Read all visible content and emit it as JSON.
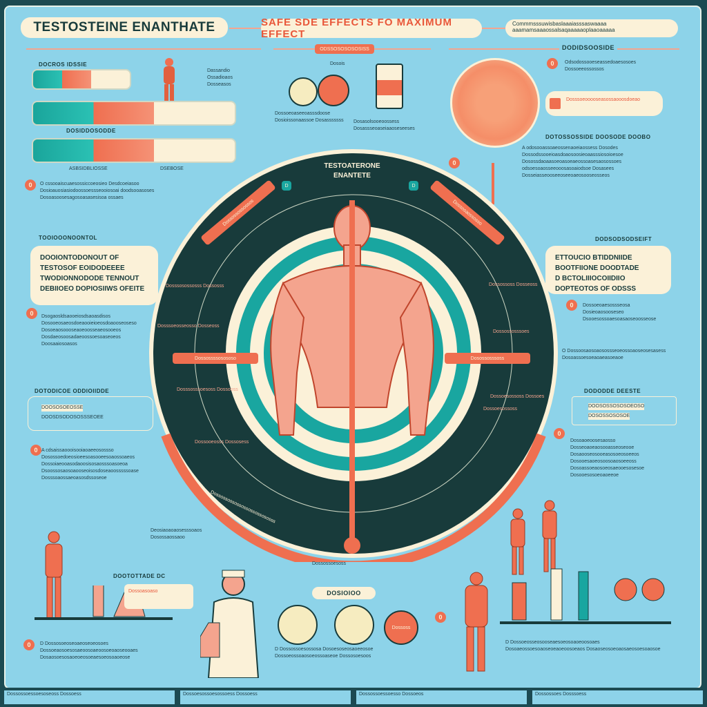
{
  "header": {
    "title": "TESTOSTEINE ENANTHATE",
    "subtitle": "SAFE SDE EFFECTS FO MAXIMUM EFFECT",
    "note": "Commmsssuwisbaslaaaiasssaswaaaa aaamamsaaaossalsaqaaaaaoplaaoaaaaa"
  },
  "top_left": {
    "label": "DOCROS IDSSIE",
    "mid_label": "DOSIDDOSODDE",
    "bottom_a": "ASBSIDBLIOSSE",
    "bottom_b": "DSEBOSE",
    "side_text": "Dassandio Ossadioaos Dosseasos",
    "number": "0",
    "text": "O cssooaiscuaesossiccoeosieo Desdcoeiasoo Dosioauosiasiodoossoessseooiosoai doodsooasoses Dosoasoosesagosoasasesisoa ossaes"
  },
  "top_center": {
    "badge": "ODSSOSOSOSOSISS",
    "pill_label": "Dosois",
    "text_a": "Dossoeoaseeoasssdoose Dosioissonaassoe Dosasssssss",
    "text_b": "Dosasolsooeoossess Dosassseoaseiaaoseseeses"
  },
  "top_right": {
    "label": "DODIDSOOSIDE",
    "number": "0",
    "item_a": "Odsodossooeseassedoaesosoes Dossoeeossossos",
    "item_b": "Dosssoeooooseasossaooosdoeao",
    "heading": "DOTOSSOSSIDE DOOSODE DOOBO",
    "number2": "0",
    "text": "A odosooassoaeossenaoeiaossess Dosodes Dossodssooeioasdoaosoosieoaasssiosoioesoe Dosossdaoaasoeoasoeaeossoasesaosossoes odsoesoaosseeooosasoaiodsoe Dosasees Dosseiasseooseeoseeoaeosooseosseos"
  },
  "center": {
    "title_line1": "TESTOATERONE",
    "title_line2": "ENANTETE",
    "arc_left": "Dossossossossos",
    "arc_right": "Dossosaossosso",
    "bar_left": "Dossossssosososo",
    "bar_right": "Dosossosssoss",
    "arc_bottom": "Dossossossossossossossososss",
    "bottom_label": "Dossossoesoss",
    "notes_left": [
      "Dosssosossosss Dossosss",
      "Dosssoeosseosso Dosseoss",
      "Dosssosssoesoss Dossooss",
      "Dossooeosss Dossosess"
    ],
    "notes_right": [
      "Dossossoss Dosseoss",
      "Dossossosssoes",
      "Dossoesossoss Dossoes",
      "Dossoesossoss"
    ],
    "chip_left": "D",
    "chip_right": "D"
  },
  "left_mid": {
    "label": "TOOIOOONOONTOL",
    "big_a": "DOOIONTODONOUT OF TESTOSOF EOIDODEEEE",
    "big_b": "TWODIONNODODE TENNOUT DEBIIOEO DOPIOSIIWS OFEITE",
    "number": "0",
    "text": "Dsogaosldsaooeiosdsaoasdisos Dosooeosaeosdoeaooieioeosdoaooseoseso Dosoeaosoooseaoeoosseaeosooeos Dosdaeosoosadaeoossoesoaseoeos Doosaaiosoasos",
    "label2": "DOTODICOE ODDIOIIDDE",
    "box_a": "DOOSOSOEOSSE",
    "box_b": "DOOSDSODOSOSSSEOEE",
    "number2": "0",
    "text2": "A cdsaissaoooisooiaoaeeosossso Dosossoedoeosioeesoasooeesoaossoaeos Dossoiaeooasodaoosisosaosssoasoeoa Dsoossosaosoaooseoisosdoseaoosssssoase Dosssoaossaeoasosdssoseoe"
  },
  "right_mid": {
    "label": "DODSODSODSEIFT",
    "big_a": "ETTOUCIO BTIDDNIIDE BOOTFIIONE DOODTADE",
    "big_b": "D BCTOLIIIOCOIIDIIO DOPTEOTOS OF ODSSS",
    "number": "0",
    "text": "Dossoeoaesossseosa Dosieoaosooseseo Dsooesossoaesoasaoseoosseose",
    "text2": "O Dossoosaosoaosossseoeossoaoseosesasess Dosoassoesoeaoaeasoeaoe",
    "label2": "DODODDE DEESTE",
    "box_a": "DOOSOSSOSOSOEOSO",
    "box_b": "DOSOSSOSOSOE",
    "number2": "0",
    "text3": "Dosoaoeoosesaosso Dosseoaoeaosooasseoseooe Dosaooseosooeasosoeosoeeos Dosooesaoeosoosoaosoeeoss Dosoassoeaosoeosaeooesosesoe Dosooesosoeoaoeeoe"
  },
  "bottom_left": {
    "label": "DOOTOTTADE DC",
    "box": "Dossoasoaso",
    "number": "0",
    "text": "D Dossosoeoseoaeoseoeosoes Dossoeaosoesosaeoosoaeoosoeoaoseooaes Dosaosoesosaoeoeosoeaesoeosoaoeose"
  },
  "bottom_center": {
    "label": "DOSIOIOO",
    "note": "Deosiaoaoaosesssoaos Dosossaossaoo",
    "chip": "Dossoss",
    "text": "D Dossossoesossosa Dosoesoseosaoeeosoe Dossoeossoaosoeossoaseoe Dossosoesoos"
  },
  "bottom_right": {
    "number": "0",
    "text": "D Dossoeosseosooseaesoeosoaoeoosoaes Dosoaeossoesoaoseoeaoeoosoeaos Dosaoseosoeoaosaeosoesoaosoe"
  },
  "footer": [
    "Dossossoessoesoseoss Dossoess",
    "Dossoesossoesossoess Dossoess",
    "Dossossoessoesso Dossoeos",
    "Dossossoes Dosssoess"
  ],
  "colors": {
    "background": "#8dd3e9",
    "dark": "#183b3b",
    "accent": "#ef6f50",
    "cream": "#fbf1d8",
    "teal": "#1aa59b"
  }
}
